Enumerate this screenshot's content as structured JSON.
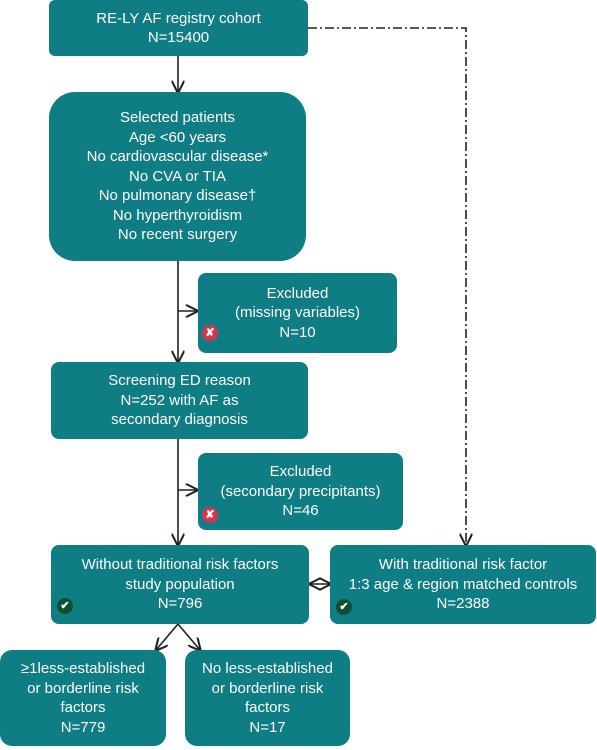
{
  "colors": {
    "box_fill": "#0f7d84",
    "box_text": "#ffffff",
    "excluded_badge": "#d8334e",
    "included_badge": "#0d4f33",
    "arrow": "#222222"
  },
  "boxes": {
    "registry": {
      "line1": "RE-LY AF registry cohort",
      "n": "N=15400"
    },
    "selected": {
      "title": "Selected patients",
      "criteria": [
        "Age <60 years",
        "No cardiovascular disease*",
        "No CVA or TIA",
        "No pulmonary disease†",
        "No hyperthyroidism",
        "No recent surgery"
      ]
    },
    "excluded_missing": {
      "line1": "Excluded",
      "line2": "(missing variables)",
      "n": "N=10",
      "badge_icon": "x-mark"
    },
    "screening": {
      "line1": "Screening ED reason",
      "line2": "N=252 with AF as",
      "line3": "secondary diagnosis"
    },
    "excluded_secondary": {
      "line1": "Excluded",
      "line2": "(secondary precipitants)",
      "n": "N=46",
      "badge_icon": "x-mark"
    },
    "without_rf": {
      "line1": "Without traditional risk factors",
      "line2": "study population",
      "n": "N=796",
      "badge_icon": "check-mark"
    },
    "with_rf": {
      "line1": "With traditional risk factor",
      "line2": "1:3 age & region matched controls",
      "n": "N=2388",
      "badge_icon": "check-mark"
    },
    "less_established": {
      "line1": "≥1less-established",
      "line2": "or borderline risk",
      "line3": "factors",
      "n": "N=779"
    },
    "no_less_established": {
      "line1": "No less-established",
      "line2": "or borderline risk",
      "line3": "factors",
      "n": "N=17"
    }
  },
  "icons": {
    "x": "✘",
    "check": "✔"
  }
}
